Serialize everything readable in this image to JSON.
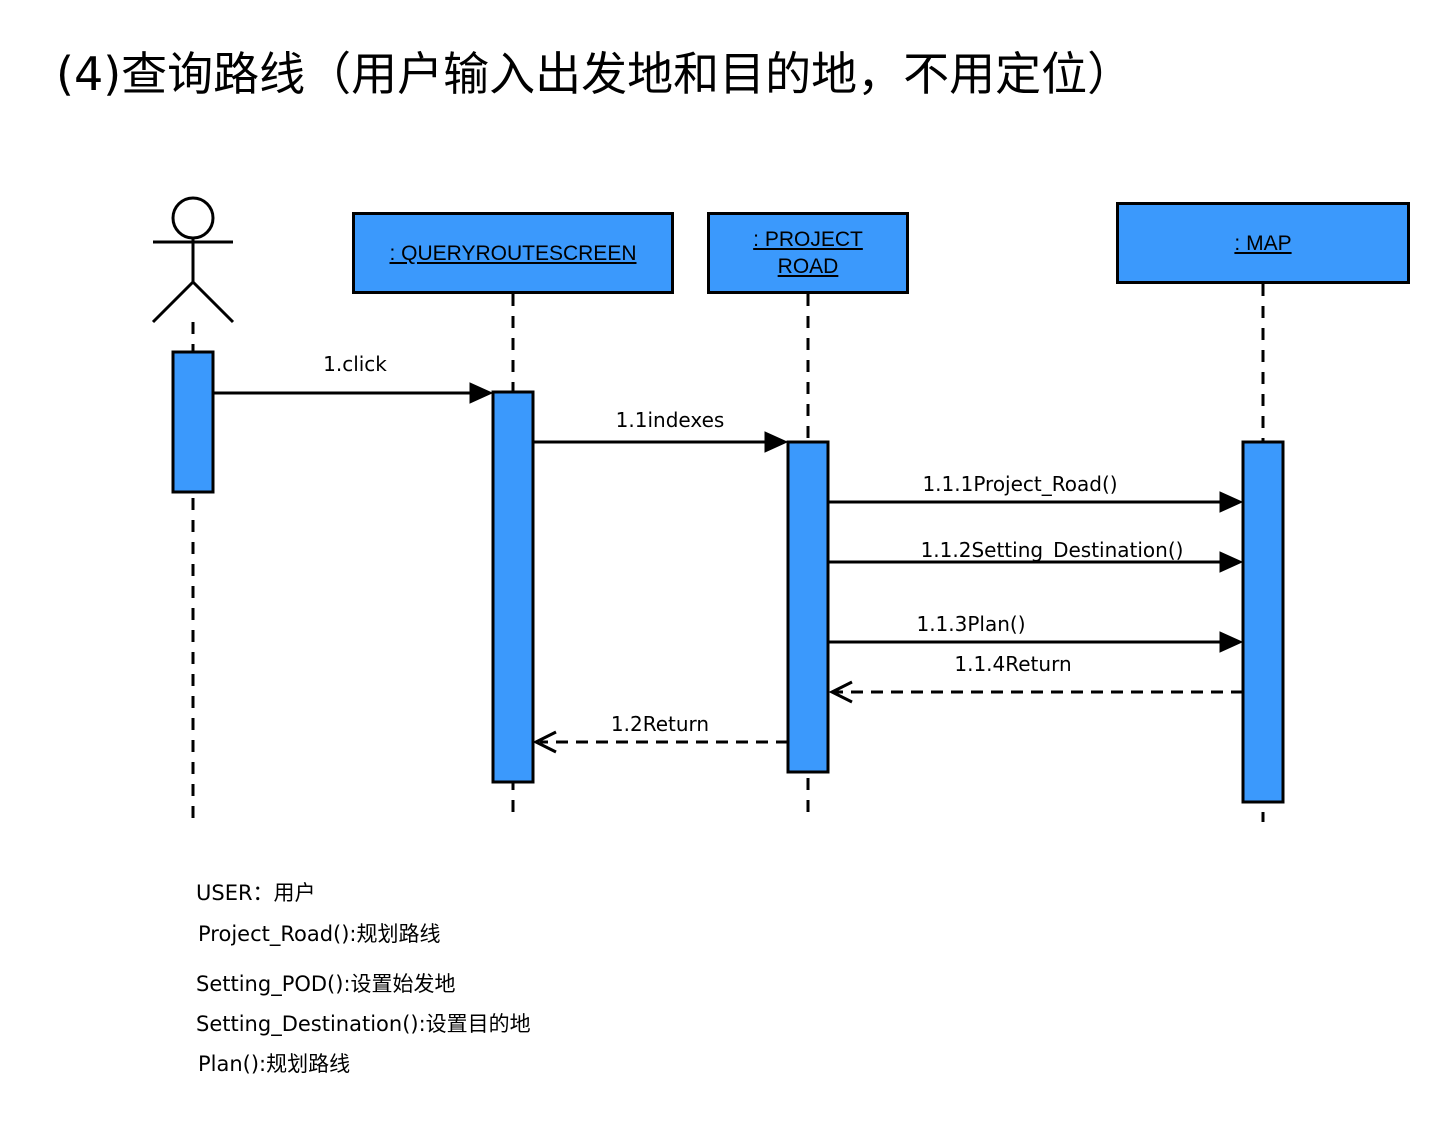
{
  "title": "(4)查询路线（用户输入出发地和目的地，不用定位）",
  "participants": {
    "actor": "",
    "query_screen": ": QUERYROUTESCREEN",
    "project_road": ": PROJECT\nROAD",
    "map": ": MAP"
  },
  "messages": [
    {
      "label": "1.click",
      "from": "actor",
      "to": "query_screen",
      "kind": "call"
    },
    {
      "label": "1.1indexes",
      "from": "query_screen",
      "to": "project_road",
      "kind": "call"
    },
    {
      "label": "1.1.1Project_Road()",
      "from": "project_road",
      "to": "map",
      "kind": "call"
    },
    {
      "label": "1.1.2Setting_Destination()",
      "from": "project_road",
      "to": "map",
      "kind": "call"
    },
    {
      "label": "1.1.3Plan()",
      "from": "project_road",
      "to": "map",
      "kind": "call"
    },
    {
      "label": "1.1.4Return",
      "from": "map",
      "to": "project_road",
      "kind": "return"
    },
    {
      "label": "1.2Return",
      "from": "project_road",
      "to": "query_screen",
      "kind": "return"
    }
  ],
  "legend": [
    "USER：用户",
    "Project_Road():规划路线",
    "Setting_POD():设置始发地",
    "Setting_Destination():设置目的地",
    "Plan():规划路线"
  ],
  "colors": {
    "box_fill": "#3b99fc",
    "line": "#000000"
  }
}
